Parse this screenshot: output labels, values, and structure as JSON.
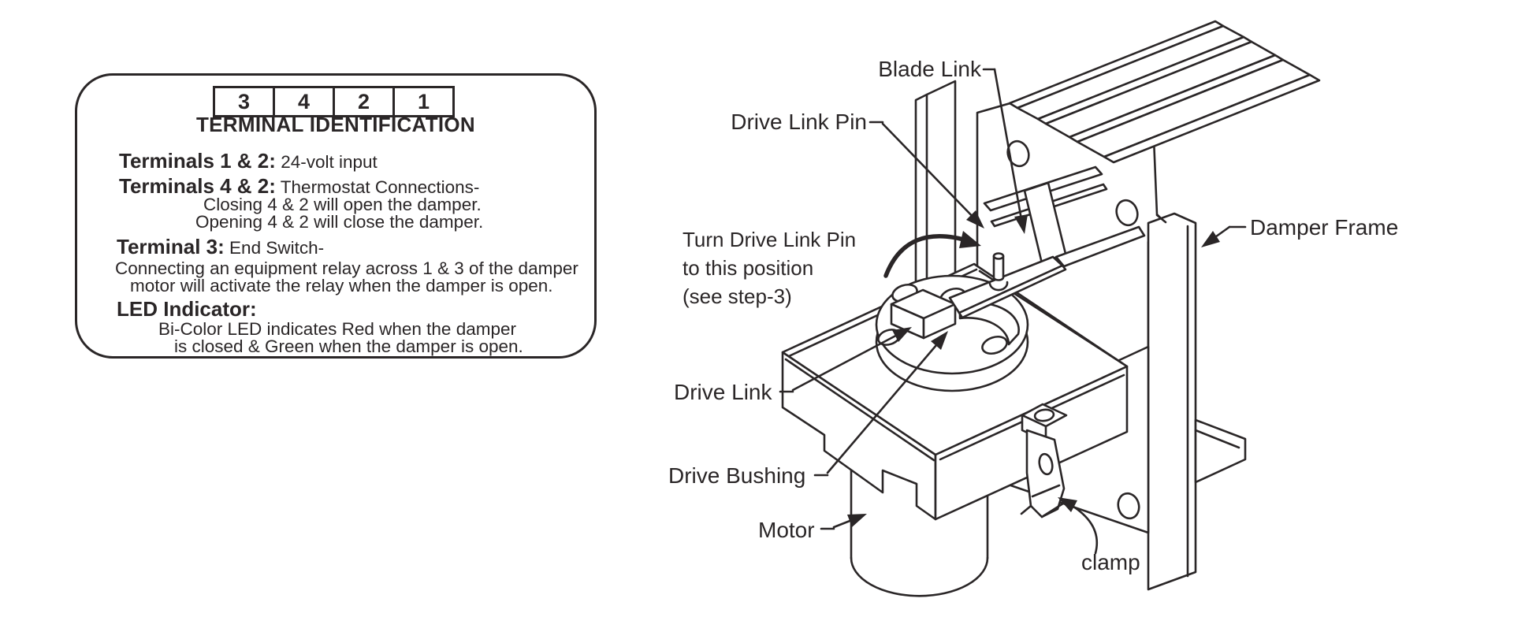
{
  "info_box": {
    "terminal_cells": [
      "3",
      "4",
      "2",
      "1"
    ],
    "title": "TERMINAL IDENTIFICATION",
    "sections": [
      {
        "label": "Terminals 1 & 2:",
        "text": "24-volt input"
      },
      {
        "label": "Terminals 4 & 2:",
        "text": "Thermostat Connections-",
        "line1": "Closing 4 & 2 will open the damper.",
        "line2": "Opening 4 & 2 will close the damper."
      },
      {
        "label": "Terminal 3:",
        "text": "End Switch-",
        "line1": "Connecting an equipment relay across 1 & 3 of the damper",
        "line2": "motor will activate the relay when the damper is open."
      },
      {
        "label": "LED Indicator:",
        "line1": "Bi-Color LED indicates Red when the damper",
        "line2": "is closed & Green when the damper is open."
      }
    ]
  },
  "diagram": {
    "line_color": "#2a2627",
    "labels": {
      "blade_link": "Blade Link",
      "drive_link_pin": "Drive Link Pin",
      "turn_note_line1": "Turn Drive Link Pin",
      "turn_note_line2": "to this position",
      "turn_note_line3": "(see step-3)",
      "damper_frame": "Damper Frame",
      "drive_link": "Drive Link",
      "drive_bushing": "Drive Bushing",
      "motor": "Motor",
      "clamp": "clamp"
    }
  }
}
